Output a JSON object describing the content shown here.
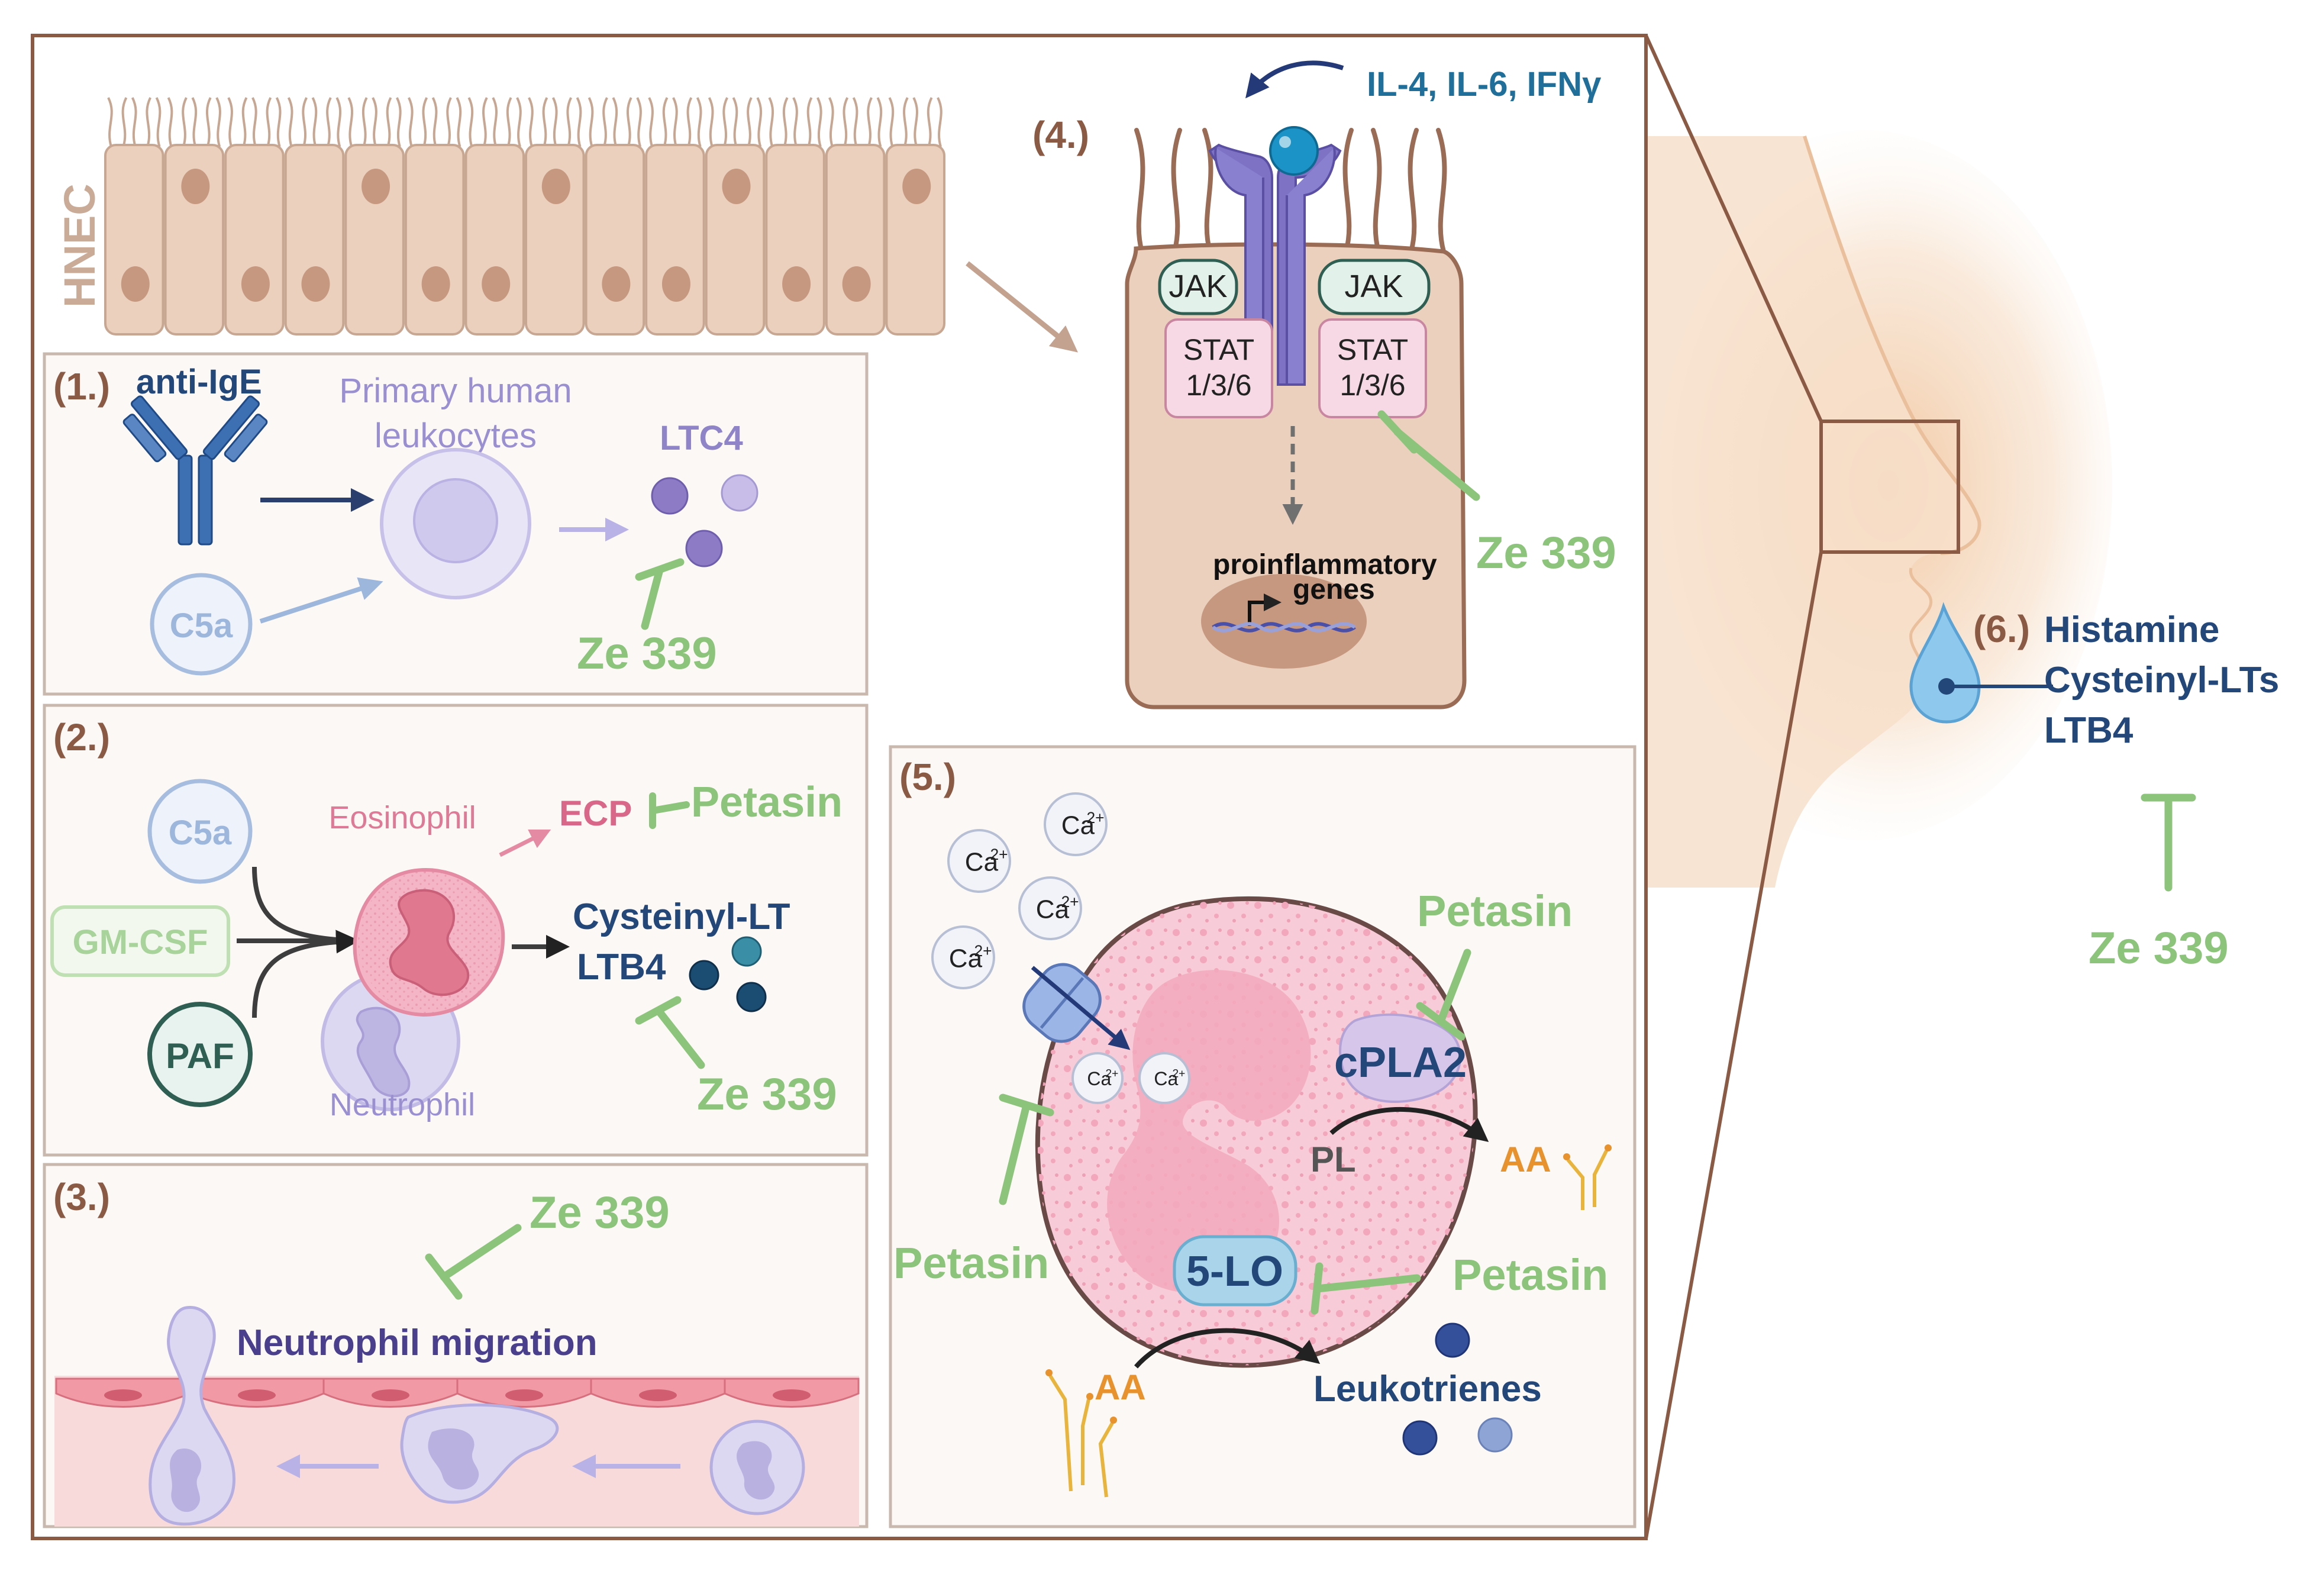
{
  "colors": {
    "frame_brown": "#8a5a45",
    "panel_fill": "#fcf8f5",
    "panel_border": "#c8b8ad",
    "inhibitor_green": "#8bc47a",
    "dark_blue": "#24477a",
    "teal_blue": "#1f6f9a",
    "lavender": "#8f84c8",
    "pink": "#d9678a",
    "orange": "#e8922e",
    "cell_tan": "#ead0bd",
    "nucleus_brown": "#c79880",
    "skin": "#f5d3b5",
    "droplet_blue": "#6fb4e0"
  },
  "epithelium": {
    "label": "HNEC"
  },
  "panel1": {
    "number": "(1.)",
    "stimulus_antibody": "anti-IgE",
    "stimulus_complement": "C5a",
    "cell_label_line1": "Primary human",
    "cell_label_line2": "leukocytes",
    "product": "LTC4",
    "inhibitor": "Ze 339"
  },
  "panel2": {
    "number": "(2.)",
    "stimulus_c5a": "C5a",
    "stimulus_gmcsf": "GM-CSF",
    "stimulus_paf": "PAF",
    "cell_eosinophil": "Eosinophil",
    "cell_neutrophil": "Neutrophil",
    "product_ecp": "ECP",
    "inhibitor_petasin": "Petasin",
    "product_line1": "Cysteinyl-LT",
    "product_line2": "LTB4",
    "inhibitor_ze": "Ze 339"
  },
  "panel3": {
    "number": "(3.)",
    "process": "Neutrophil migration",
    "inhibitor": "Ze 339"
  },
  "panel4": {
    "number": "(4.)",
    "cytokines": "IL-4, IL-6, IFNγ",
    "kinase_left": "JAK",
    "kinase_right": "JAK",
    "stat_left_line1": "STAT",
    "stat_left_line2": "1/3/6",
    "stat_right_line1": "STAT",
    "stat_right_line2": "1/3/6",
    "genes_line1": "proinflammatory",
    "genes_line2": "genes",
    "inhibitor": "Ze 339"
  },
  "panel5": {
    "number": "(5.)",
    "calcium_base": "Ca",
    "calcium_charge": "2+",
    "enzyme_cpla2": "cPLA2",
    "substrate_pl": "PL",
    "product_aa": "AA",
    "enzyme_5lo": "5-LO",
    "substrate_aa": "AA",
    "product_leukotrienes": "Leukotrienes",
    "inhibitor_channel": "Petasin",
    "inhibitor_cpla2": "Petasin",
    "inhibitor_5lo": "Petasin"
  },
  "panel6": {
    "number": "(6.)",
    "mediator_1": "Histamine",
    "mediator_2": "Cysteinyl-LTs",
    "mediator_3": "LTB4",
    "inhibitor": "Ze 339"
  }
}
